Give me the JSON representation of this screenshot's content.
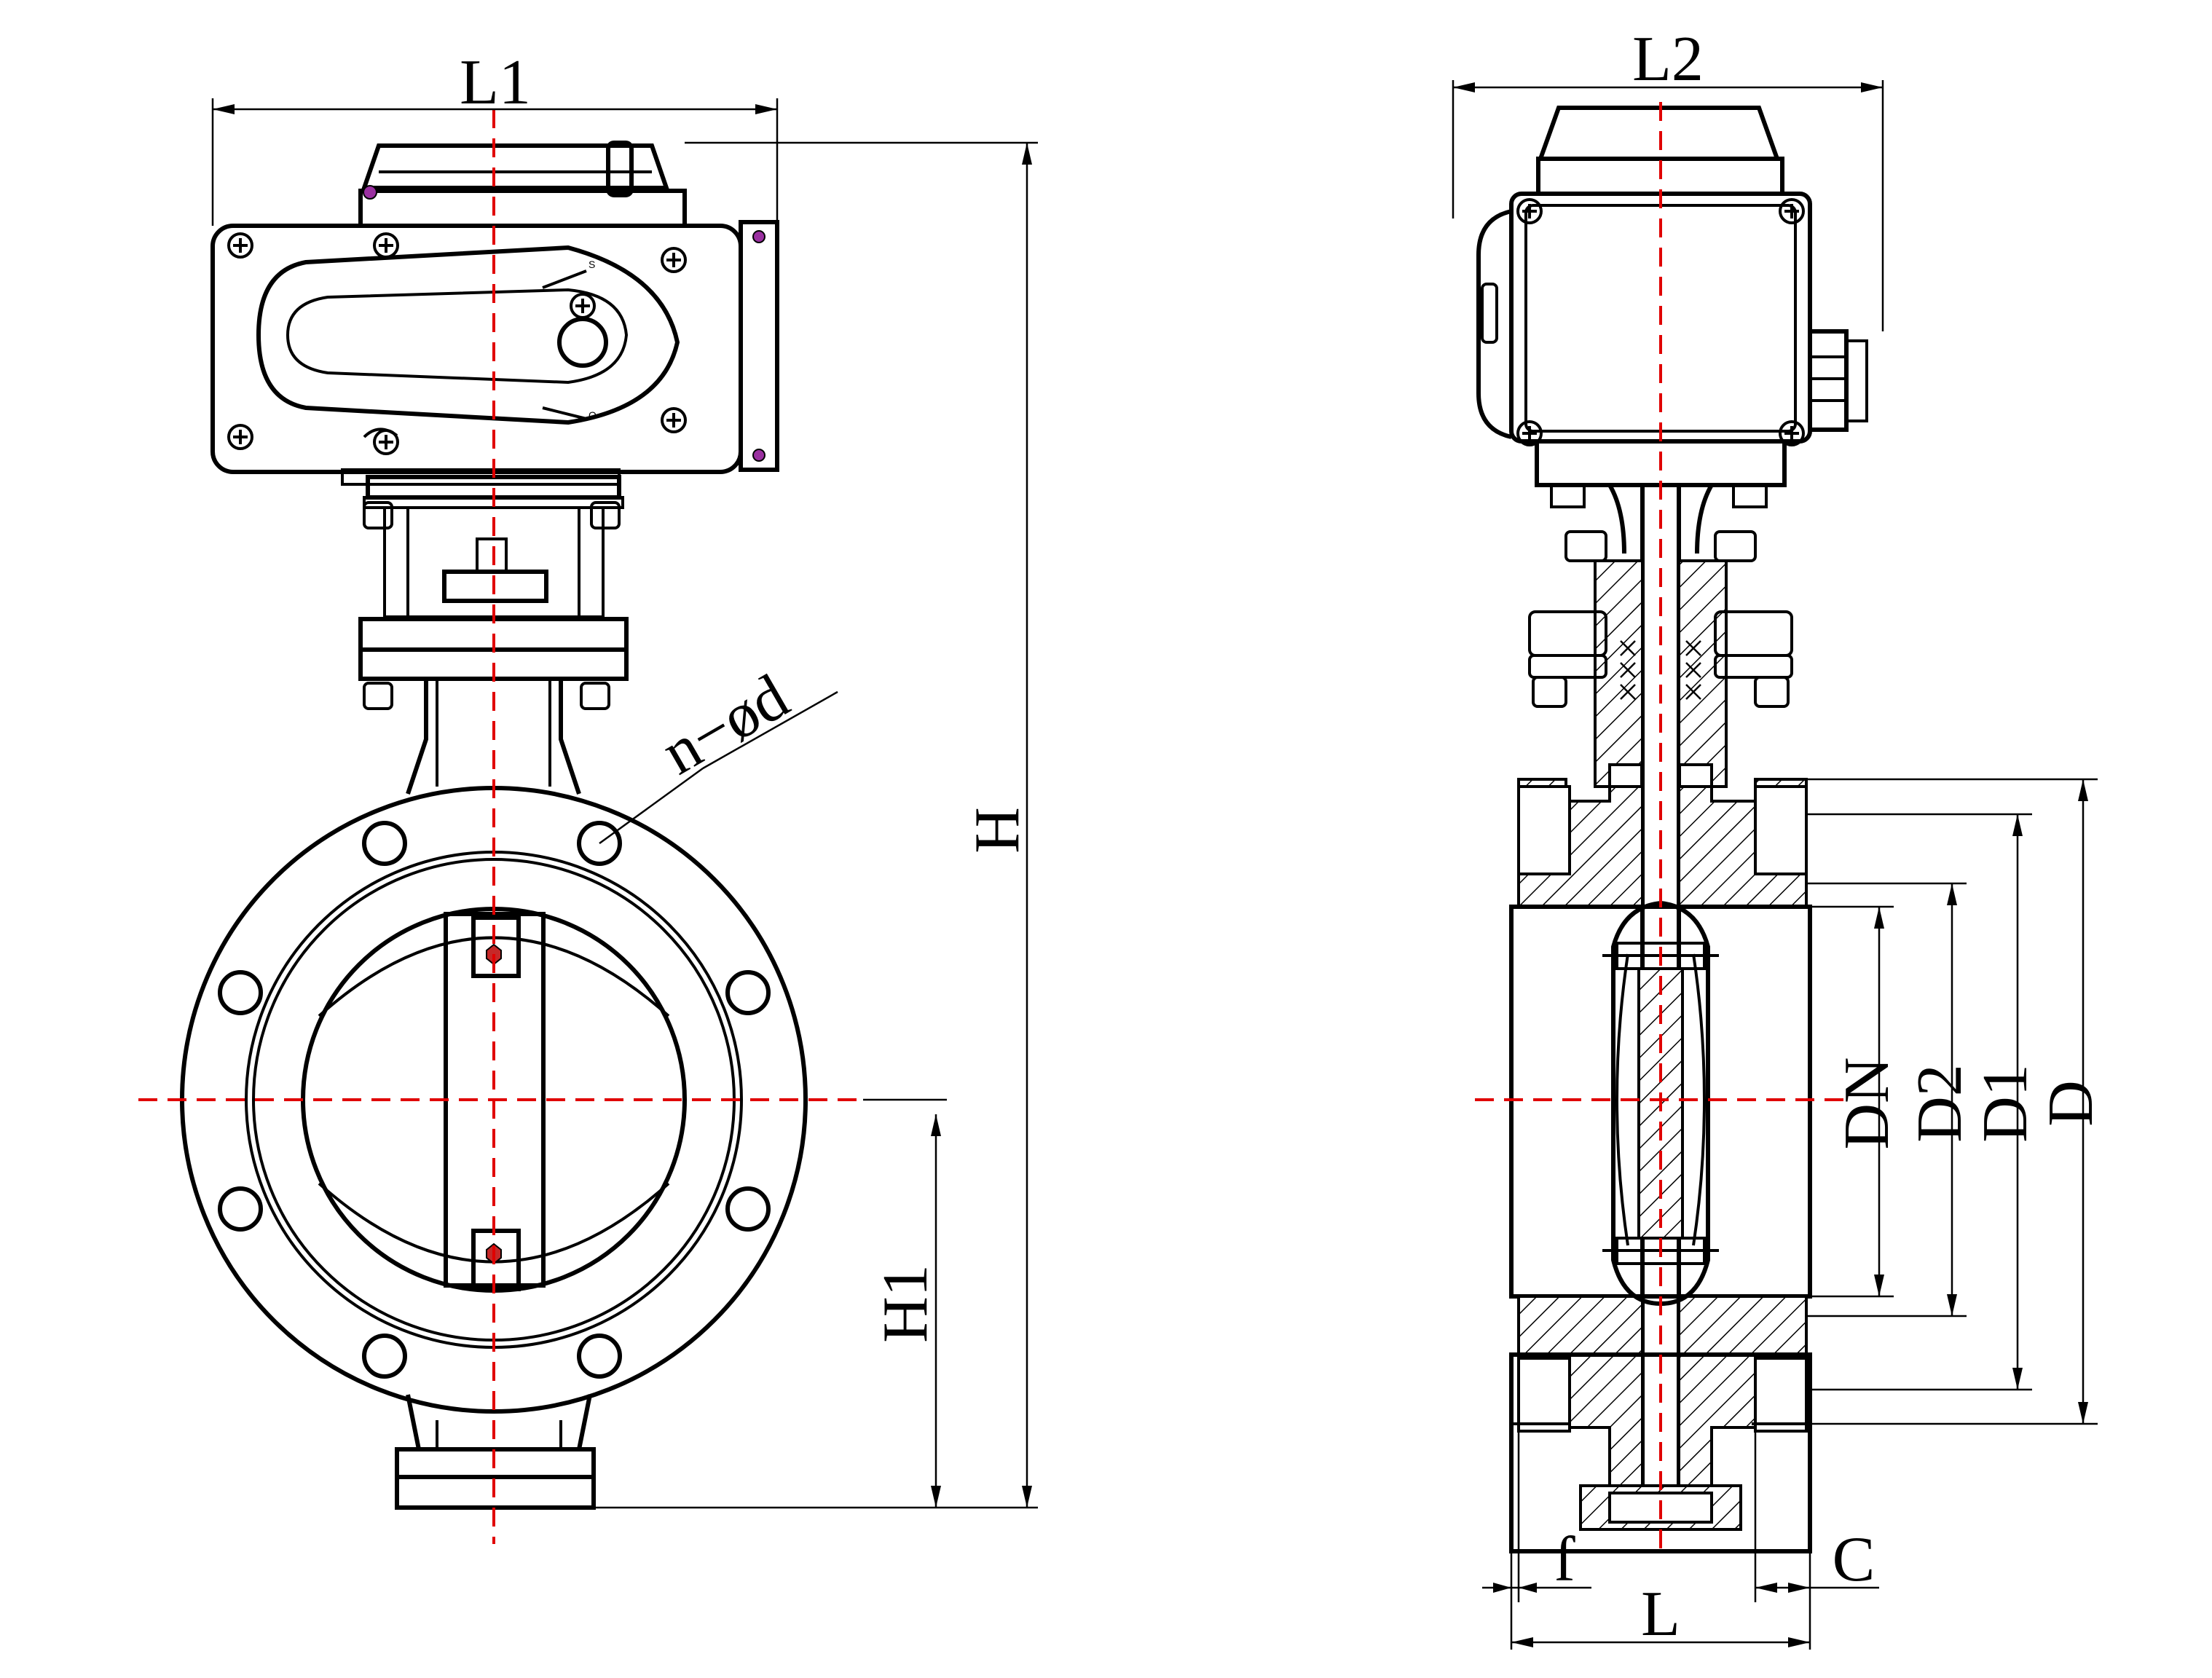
{
  "labels": {
    "L1": "L1",
    "L2": "L2",
    "H": "H",
    "H1": "H1",
    "n_d": "n−ød",
    "DN": "DN",
    "D2": "D2",
    "D1": "D1",
    "D": "D",
    "f": "f",
    "C": "C",
    "L": "L",
    "S": "S",
    "O": "O"
  },
  "colors": {
    "line": "#000000",
    "centerline": "#e00000",
    "accent": "#9a30a0"
  }
}
